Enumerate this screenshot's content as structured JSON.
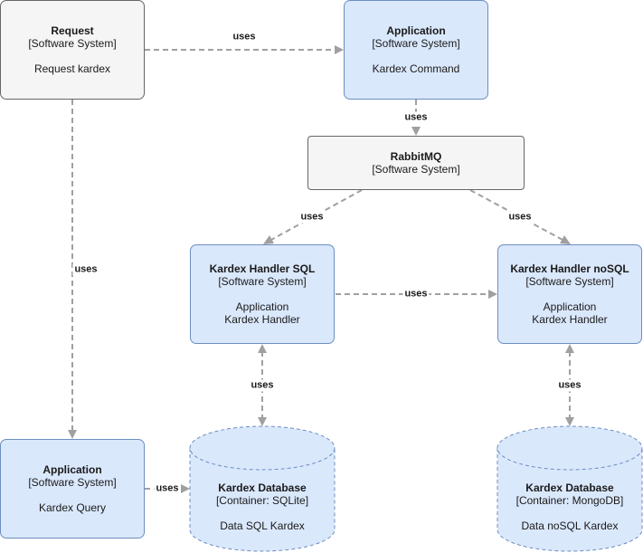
{
  "colors": {
    "blue_fill": "#dae8fc",
    "blue_stroke": "#6c8ebf",
    "gray_fill": "#f5f5f5",
    "gray_stroke": "#666666",
    "edge": "#a0a0a0"
  },
  "nodes": {
    "request": {
      "title": "Request",
      "type": "[Software System]",
      "desc": "Request kardex"
    },
    "app_command": {
      "title": "Application",
      "type": "[Software System]",
      "desc": "Kardex Command"
    },
    "rabbitmq": {
      "title": "RabbitMQ",
      "type": "[Software System]"
    },
    "handler_sql": {
      "title": "Kardex Handler SQL",
      "type": "[Software System]",
      "desc1": "Application",
      "desc2": "Kardex Handler"
    },
    "handler_nosql": {
      "title": "Kardex Handler noSQL",
      "type": "[Software System]",
      "desc1": "Application",
      "desc2": "Kardex Handler"
    },
    "app_query": {
      "title": "Application",
      "type": "[Software System]",
      "desc": "Kardex Query"
    },
    "db_sql": {
      "title": "Kardex Database",
      "type": "[Container: SQLite]",
      "desc": "Data SQL Kardex"
    },
    "db_nosql": {
      "title": "Kardex Database",
      "type": "[Container: MongoDB]",
      "desc": "Data noSQL Kardex"
    }
  },
  "edges": {
    "request_to_command": "uses",
    "command_to_rabbit": "uses",
    "rabbit_to_sql": "uses",
    "rabbit_to_nosql": "uses",
    "request_to_query": "uses",
    "sql_to_nosql": "uses",
    "sql_to_dbsql": "uses",
    "nosql_to_dbnosql": "uses",
    "query_to_dbsql": "uses"
  }
}
